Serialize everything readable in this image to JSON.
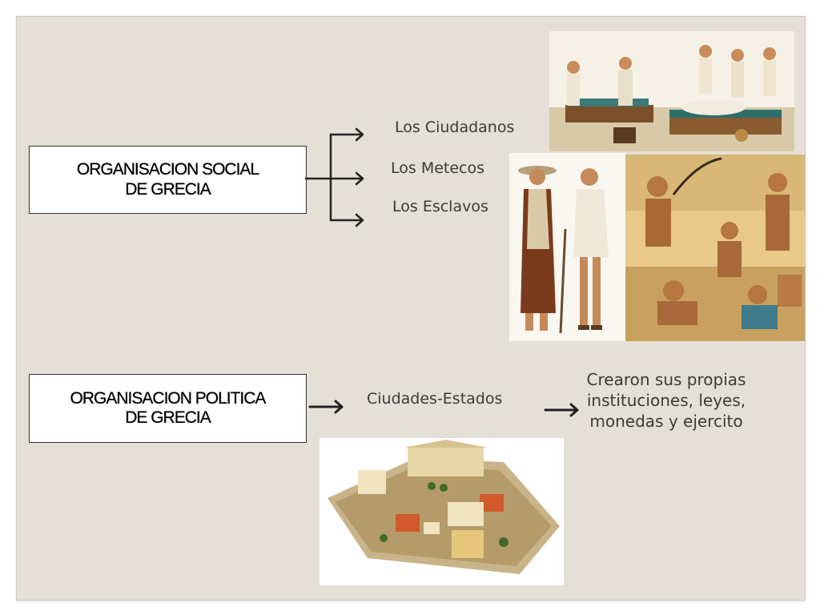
{
  "social": {
    "box_line1": "ORGANISACION SOCIAL",
    "box_line2": "DE GRECIA",
    "items": [
      "Los Ciudadanos",
      "Los Metecos",
      "Los Esclavos"
    ]
  },
  "politica": {
    "box_line1": "ORGANISACION POLITICA",
    "box_line2": "DE GRECIA",
    "middle": "Ciudades-Estados",
    "result_lines": [
      "Crearon sus propias",
      "instituciones, leyes,",
      "monedas y ejercito"
    ]
  }
}
